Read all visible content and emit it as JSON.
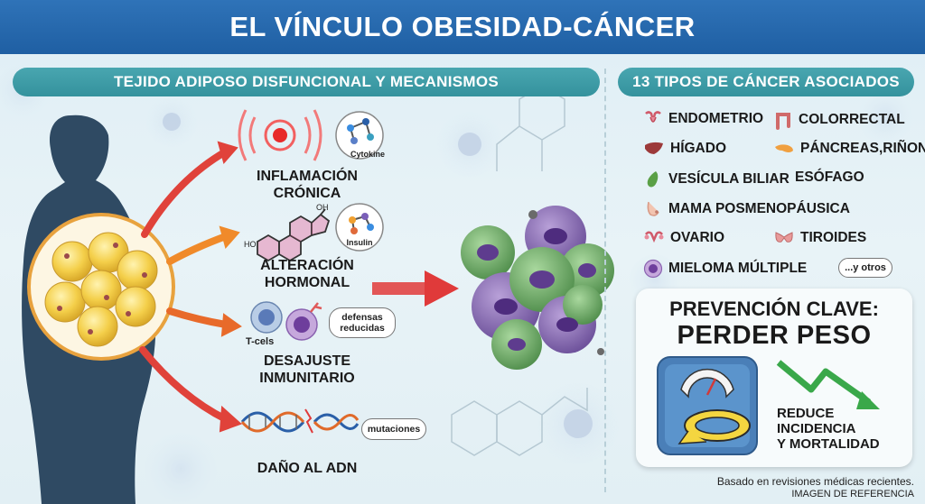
{
  "title": "EL VÍNCULO OBESIDAD-CÁNCER",
  "left_section": {
    "header": "TEJIDO ADIPOSO DISFUNCIONAL Y MECANISMOS",
    "mechanisms": [
      {
        "label": "INFLAMACIÓN CRÓNICA",
        "line1": "INFLAMACIÓN",
        "line2": "CRÓNICA",
        "bubble": "Cytokine",
        "icon": "inflammation-signal-icon"
      },
      {
        "label": "ALTERACIÓN HORMONAL",
        "line1": "ALTERACIÓN",
        "line2": "HORMONAL",
        "bubble": "Insulin",
        "icon": "steroid-hormone-icon"
      },
      {
        "label": "DESAJUSTE INMUNITARIO",
        "line1": "DESAJUSTE",
        "line2": "INMUNITARIO",
        "bubble": "defensas reducidas",
        "bubble_line1": "defensas",
        "bubble_line2": "reducidas",
        "cell_label": "T-cels",
        "icon": "immune-cells-icon"
      },
      {
        "label": "DAÑO AL ADN",
        "line1": "DAÑO AL ADN",
        "line2": "",
        "bubble": "mutaciones",
        "icon": "dna-damage-icon"
      }
    ],
    "molecule_labels": [
      "OH",
      "HO"
    ]
  },
  "right_section": {
    "header": "13 TIPOS DE CÁNCER ASOCIADOS",
    "cancers": [
      {
        "label": "ENDOMETRIO",
        "icon": "uterus-icon"
      },
      {
        "label": "COLORRECTAL",
        "icon": "colon-icon"
      },
      {
        "label": "HÍGADO",
        "icon": "liver-icon"
      },
      {
        "label": "PÁNCREAS,RIÑON",
        "icon": "pancreas-icon"
      },
      {
        "label": "VESÍCULA BILIAR",
        "icon": "gallbladder-icon"
      },
      {
        "label": "ESÓFAGO",
        "icon": ""
      },
      {
        "label": "MAMA POSMENOPÁUSICA",
        "icon": "breast-icon"
      },
      {
        "label": "OVARIO",
        "icon": "ovary-icon"
      },
      {
        "label": "TIROIDES",
        "icon": "thyroid-icon"
      },
      {
        "label": "MIELOMA MÚLTIPLE",
        "icon": "myeloma-cell-icon"
      }
    ],
    "others": "...y otros"
  },
  "prevention": {
    "title": "PREVENCIÓN CLAVE:",
    "headline": "PERDER PESO",
    "result_line1": "REDUCE",
    "result_line2": "INCIDENCIA",
    "result_line3": "Y MORTALIDAD"
  },
  "footer": {
    "line1": "Basado en revisiones médicas recientes.",
    "line2": "IMAGEN DE REFERENCIA"
  },
  "colors": {
    "title_bar": "#2568ad",
    "pill": "#3f9ea8",
    "arrow_red": "#e03a3a",
    "arrow_orange": "#f08a2a",
    "fat_cell": "#f4cf4a",
    "tumor_green": "#6aab62",
    "tumor_purple": "#8a6cb0",
    "body_silhouette": "#2f4a63",
    "down_arrow": "#3aa84a"
  }
}
